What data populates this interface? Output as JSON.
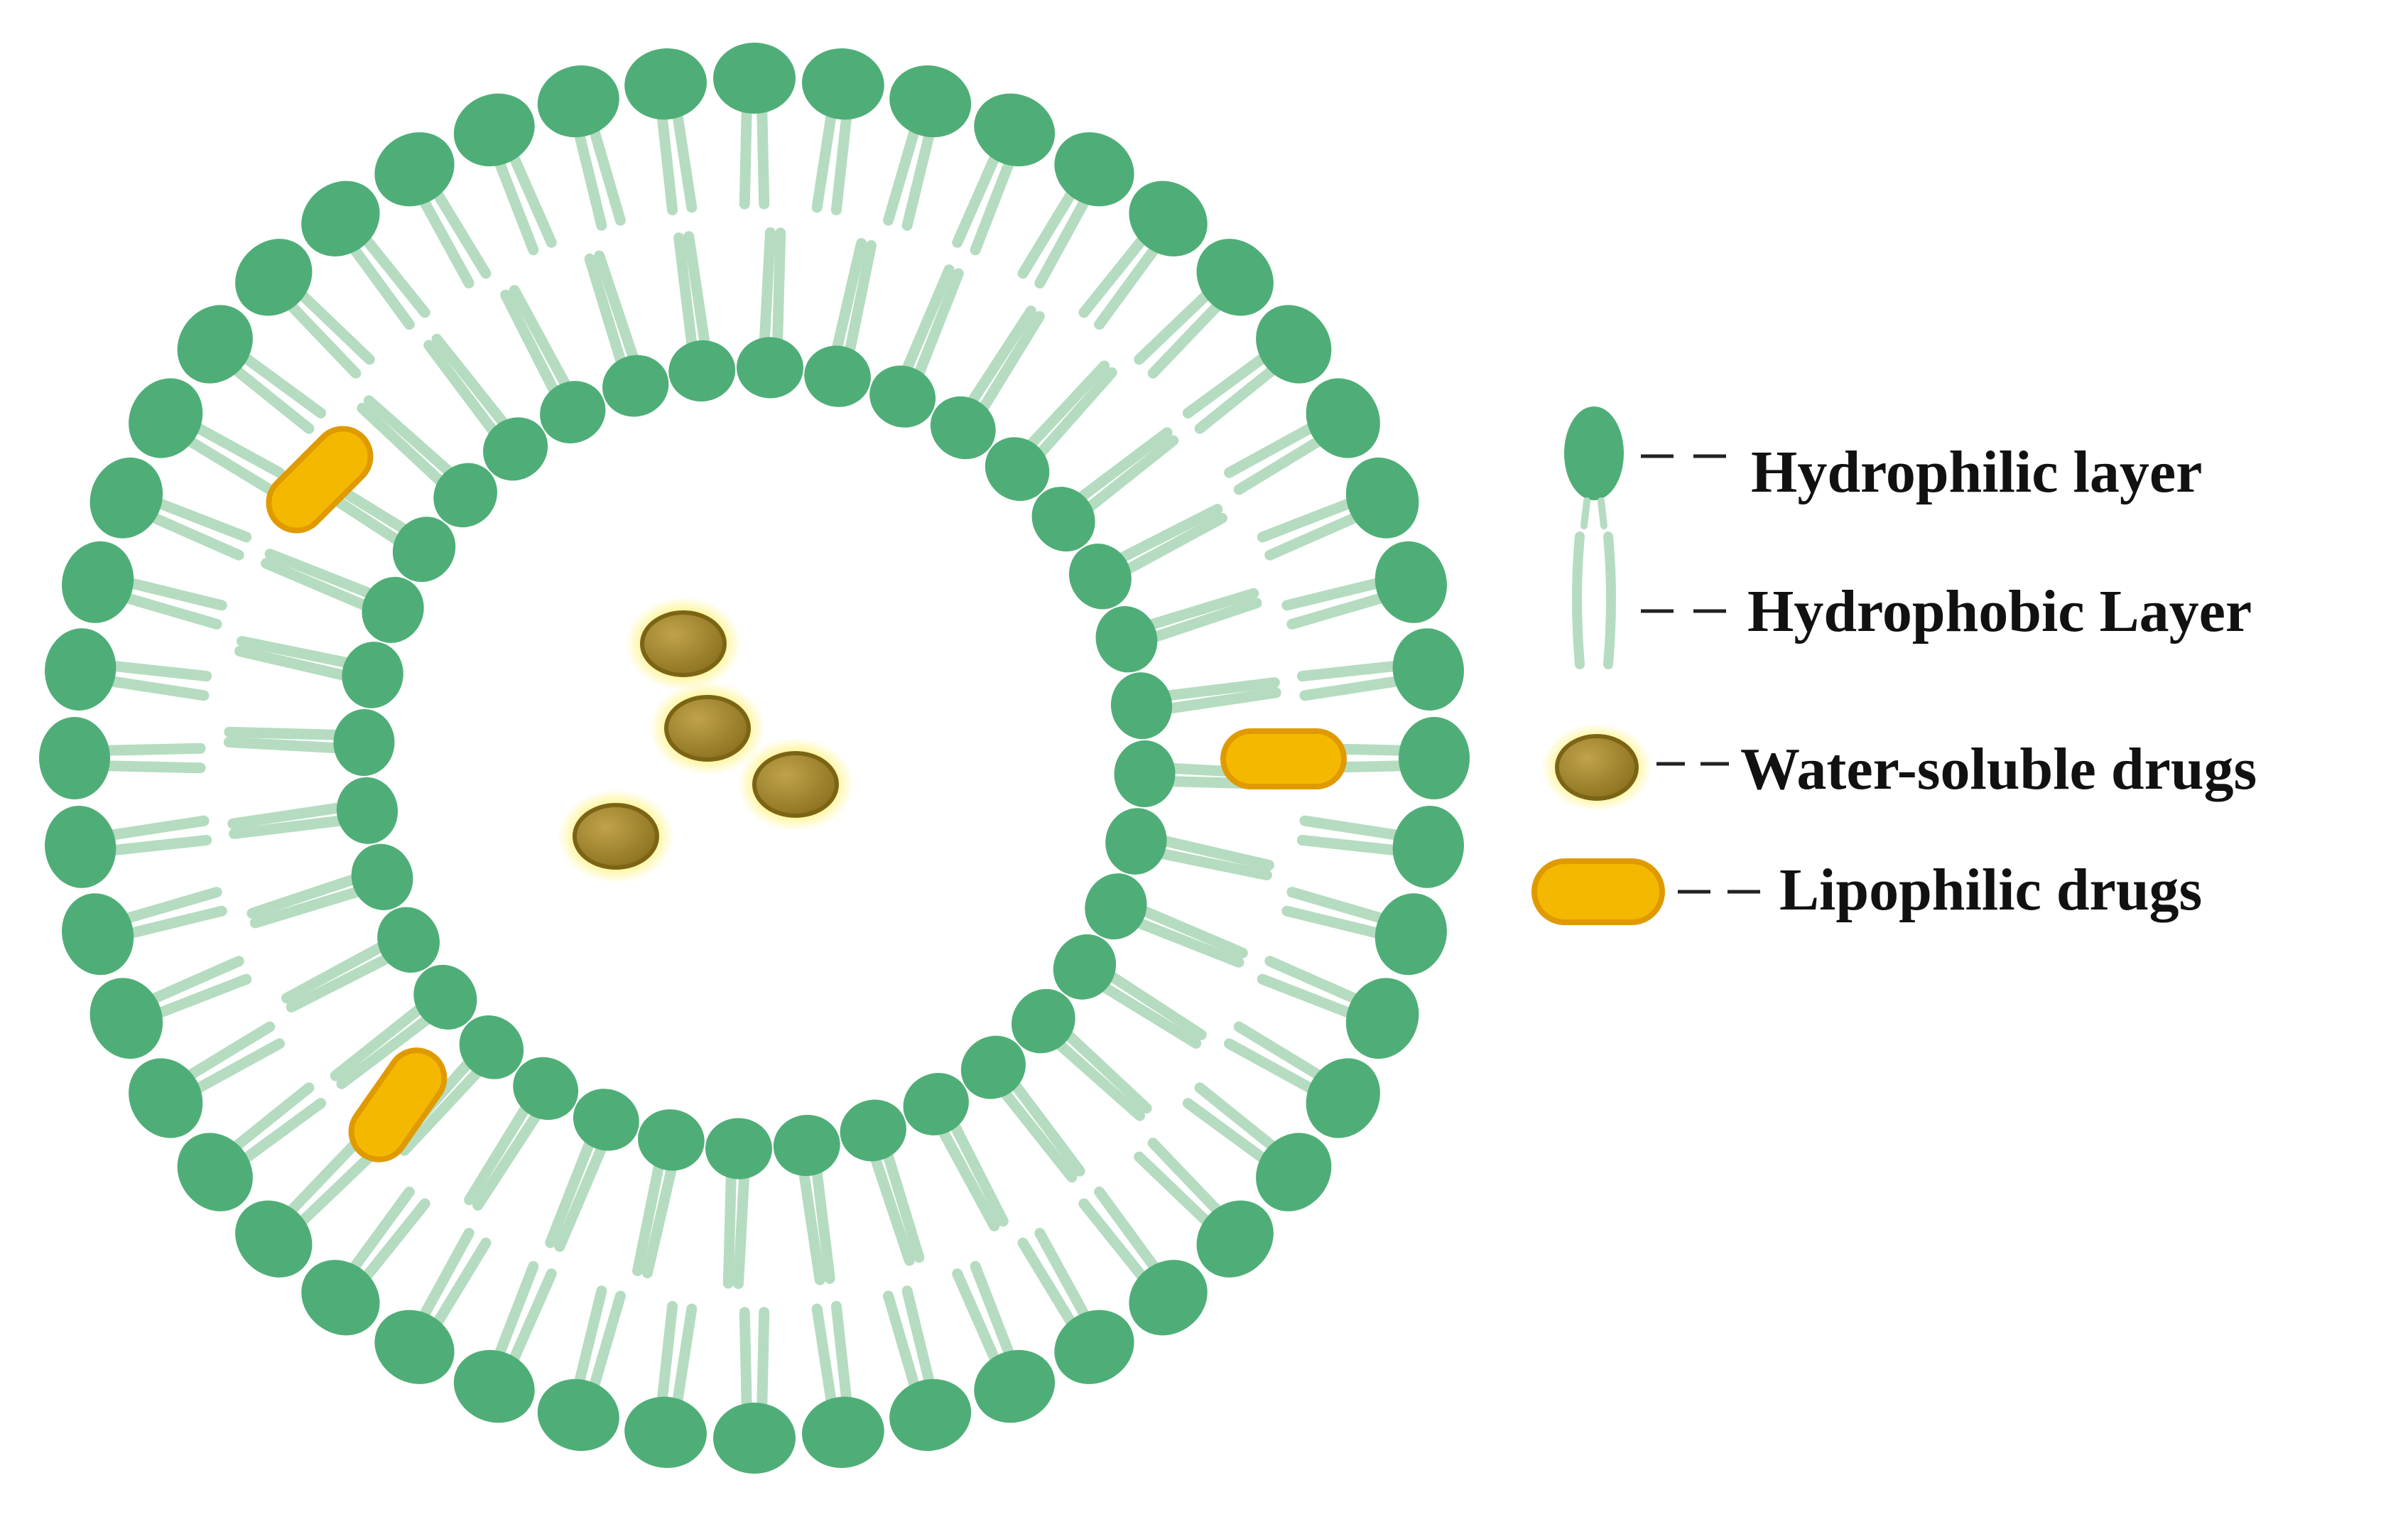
{
  "legend": {
    "items": [
      {
        "icon": "phospholipid-icon",
        "label": "Hydrophilic layer"
      },
      {
        "icon": "lipid-tail-icon",
        "label": "Hydrophobic Layer"
      },
      {
        "icon": "water-soluble-drug-icon",
        "label": "Water-soluble drugs"
      },
      {
        "icon": "lipophilic-drug-icon",
        "label": "Lipophilic drugs"
      }
    ]
  },
  "colors": {
    "head": "#4fae77",
    "tail": "#b5dcc0",
    "lipophilic_drug": "#f5b800",
    "lipophilic_drug_edge": "#e09a00",
    "water_soluble_drug": "#a48a2e",
    "water_soluble_drug_edge": "#7c6415",
    "drug_glow": "#fff06a"
  },
  "counts": {
    "outer_heads": 48,
    "inner_heads": 36
  }
}
